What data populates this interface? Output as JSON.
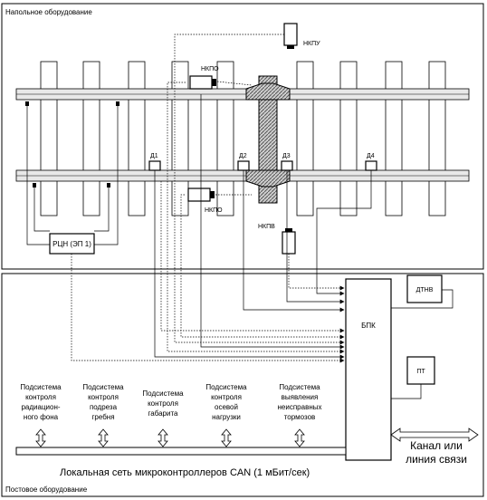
{
  "floor_section": {
    "title": "Напольное оборудование"
  },
  "post_section": {
    "title": "Постовое оборудование"
  },
  "devices": {
    "nkpu_top": "НКПУ",
    "nkpo_top": "НКПО",
    "nkpo_bottom": "НКПО",
    "nkpv": "НКПВ",
    "d1": "Д1",
    "d2": "Д2",
    "d3": "Д3",
    "d4": "Д4",
    "rcn": "РЦН (ЭП 1)"
  },
  "blocks": {
    "bpk": "БПК",
    "dtnv": "ДТНВ",
    "pt": "ПТ"
  },
  "subsystems": [
    {
      "lines": [
        "Подсистема",
        "контроля",
        "радиацион-",
        "ного фона"
      ]
    },
    {
      "lines": [
        "Подсистема",
        "контроля",
        "подреза",
        "гребня"
      ]
    },
    {
      "lines": [
        "Подсистема",
        "контроля",
        "габарита"
      ]
    },
    {
      "lines": [
        "Подсистема",
        "контроля",
        "осевой",
        "нагрузки"
      ]
    },
    {
      "lines": [
        "Подсистема",
        "выявления",
        "неисправных",
        "тормозов"
      ]
    }
  ],
  "can_bus": {
    "label": "Локальная сеть микроконтроллеров CAN (1 мБит/сек)"
  },
  "channel": {
    "lines": [
      "Канал или",
      "линия связи"
    ]
  }
}
